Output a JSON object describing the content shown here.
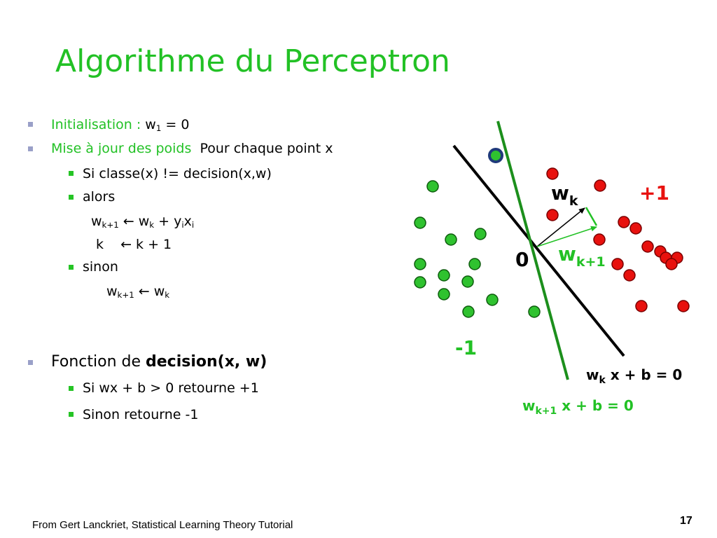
{
  "slide": {
    "title": "Algorithme du Perceptron",
    "bullets": {
      "init_label": "Initialisation :",
      "init_w": "w",
      "init_w_sub": "1",
      "init_rest": " = 0",
      "update_label": "Mise à jour des poids",
      "update_rest": "Pour chaque point x",
      "if_text": "Si classe(x) != decision(x,w)",
      "then_text": "alors",
      "upd1_w": "w",
      "upd1_w_sub": "k+1",
      "upd1_arrow": " ← w",
      "upd1_k_sub": "k",
      "upd1_plus": " + y",
      "upd1_i_sub": "i",
      "upd1_x": "x",
      "upd1_i_sub2": "i",
      "upd2_k": "k",
      "upd2_rest": "← k + 1",
      "else_text": "sinon",
      "upd3_w": "w",
      "upd3_w_sub": "k+1",
      "upd3_arrow": " ← w",
      "upd3_k_sub": "k",
      "decision_prefix": "Fonction de ",
      "decision_bold": "decision(x, w)",
      "rule1": "Si wx + b > 0 retourne +1",
      "rule2": "Sinon retourne -1"
    },
    "diagram": {
      "origin_label": "0",
      "pos_class_label": "+1",
      "neg_class_label": "-1",
      "wk_label": "w",
      "wk_sub": "k",
      "wk1_label": "w",
      "wk1_sub": "k+1",
      "eq_k_w": "w",
      "eq_k_sub": "k",
      "eq_k_rest": " x + b = 0",
      "eq_k1_w": "w",
      "eq_k1_sub": "k+1",
      "eq_k1_rest": " x  + b = 0"
    },
    "colors": {
      "title": "#22c125",
      "positive": "#e8110e",
      "negative": "#2fc22f",
      "line_old": "#000000",
      "line_new": "#1c8f1c"
    },
    "footer": "From Gert Lanckriet, Statistical Learning Theory Tutorial",
    "page_number": "17"
  }
}
